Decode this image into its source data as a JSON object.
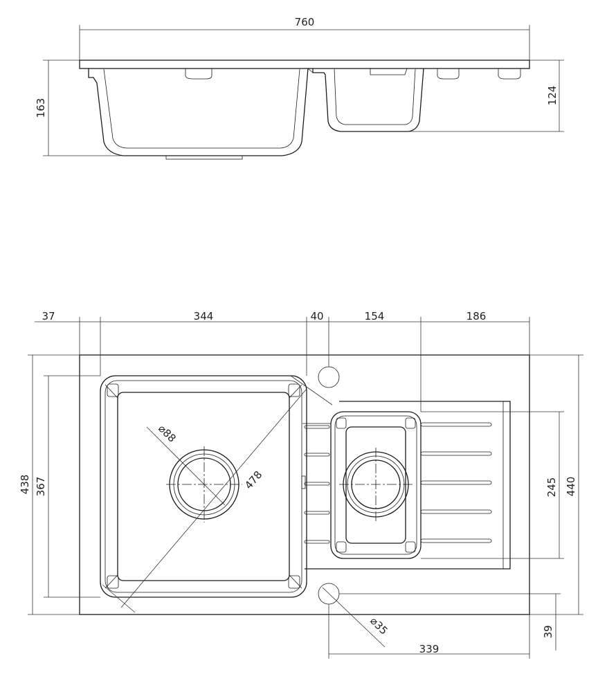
{
  "dimensions": {
    "width_total": "760",
    "depth_total": "163",
    "depth_small": "124",
    "seg_37": "37",
    "seg_344": "344",
    "seg_40": "40",
    "seg_154": "154",
    "seg_186": "186",
    "height_438": "438",
    "height_367": "367",
    "height_440": "440",
    "height_245": "245",
    "offset_39": "39",
    "offset_339": "339",
    "drain_diameter": "88",
    "diagonal": "478",
    "tap_hole_diameter": "35"
  },
  "colors": {
    "line": "#1a1a1a",
    "background": "#ffffff"
  }
}
